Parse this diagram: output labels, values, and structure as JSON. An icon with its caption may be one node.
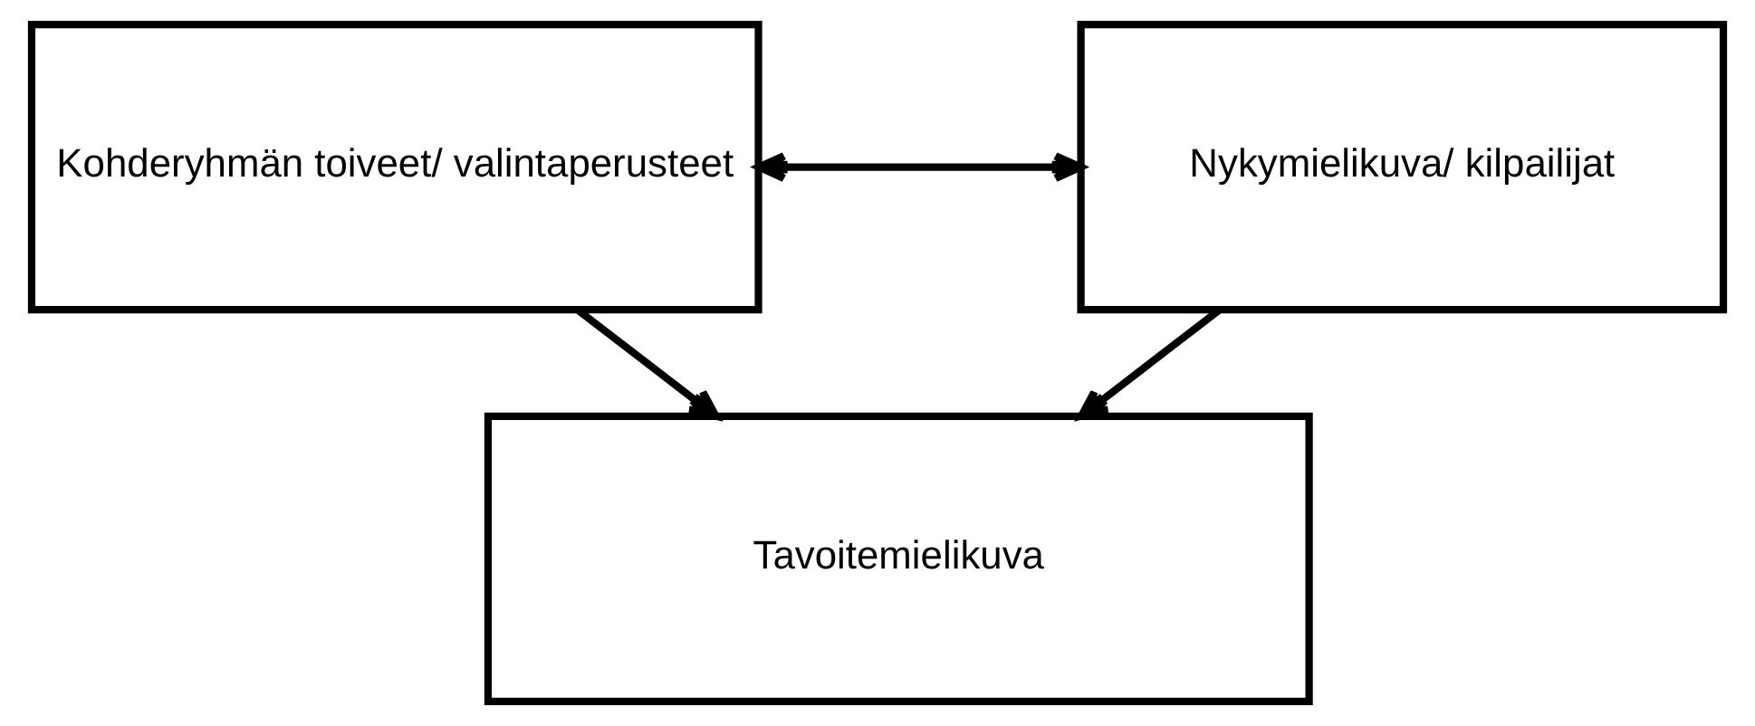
{
  "diagram": {
    "nodes": [
      {
        "text": [
          "Kohderyhmän toiveet/ valintaperusteet"
        ]
      },
      {
        "text": [
          "Nykymielikuva/ kilpailijat"
        ]
      },
      {
        "text": [
          "Tavoitemielikuva"
        ]
      }
    ],
    "edges": [
      {
        "from": 0,
        "to": 1,
        "arrow": "both"
      },
      {
        "from": 0,
        "to": 2,
        "arrow": "to"
      },
      {
        "from": 1,
        "to": 2,
        "arrow": "to"
      }
    ]
  }
}
